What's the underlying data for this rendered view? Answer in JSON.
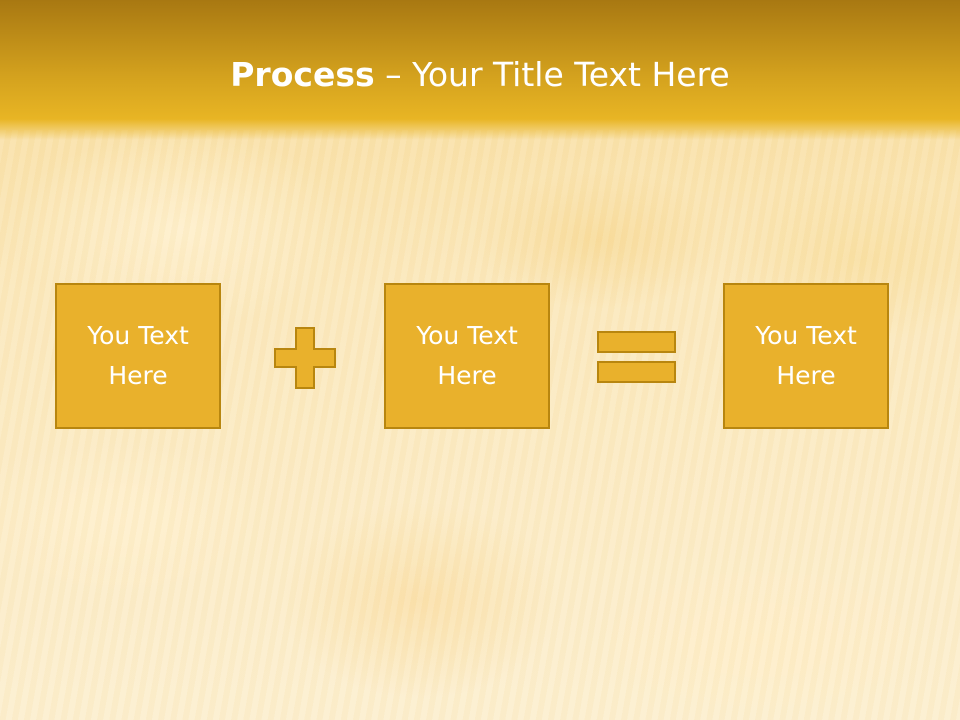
{
  "slide": {
    "title_bold": "Process",
    "title_rest": " – Your Title Text Here",
    "boxes": [
      {
        "text": "You Text\nHere"
      },
      {
        "text": "You Text\nHere"
      },
      {
        "text": "You Text\nHere"
      }
    ],
    "operators": [
      "plus-icon",
      "equals-icon"
    ]
  },
  "colors": {
    "header": "#d4a21e",
    "box_fill": "#e9b12c",
    "box_border": "#b8860f",
    "text": "#ffffff"
  }
}
